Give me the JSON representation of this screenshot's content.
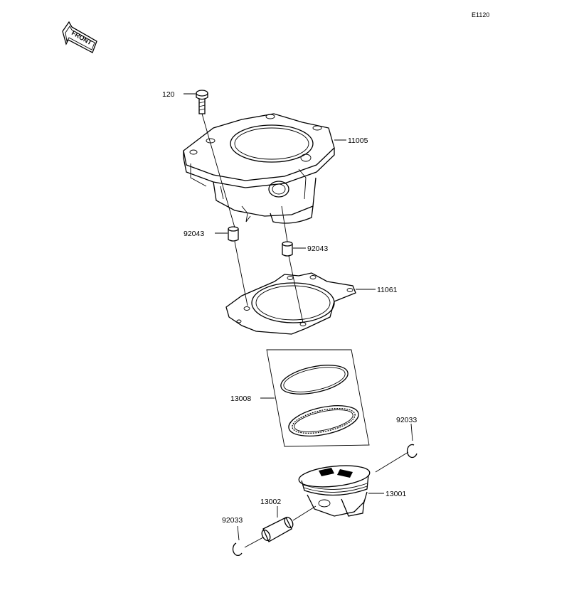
{
  "diagram": {
    "ref_code": "E1120",
    "front_marker": {
      "text": "FRONT",
      "icon": "front-arrow-icon"
    },
    "callouts": [
      {
        "id": "bolt",
        "label": "120"
      },
      {
        "id": "cylinder",
        "label": "11005"
      },
      {
        "id": "dowel_left",
        "label": "92043"
      },
      {
        "id": "dowel_right",
        "label": "92043"
      },
      {
        "id": "gasket",
        "label": "11061"
      },
      {
        "id": "ring_set",
        "label": "13008"
      },
      {
        "id": "clip_right",
        "label": "92033"
      },
      {
        "id": "piston",
        "label": "13001"
      },
      {
        "id": "pin",
        "label": "13002"
      },
      {
        "id": "clip_left",
        "label": "92033"
      }
    ]
  }
}
